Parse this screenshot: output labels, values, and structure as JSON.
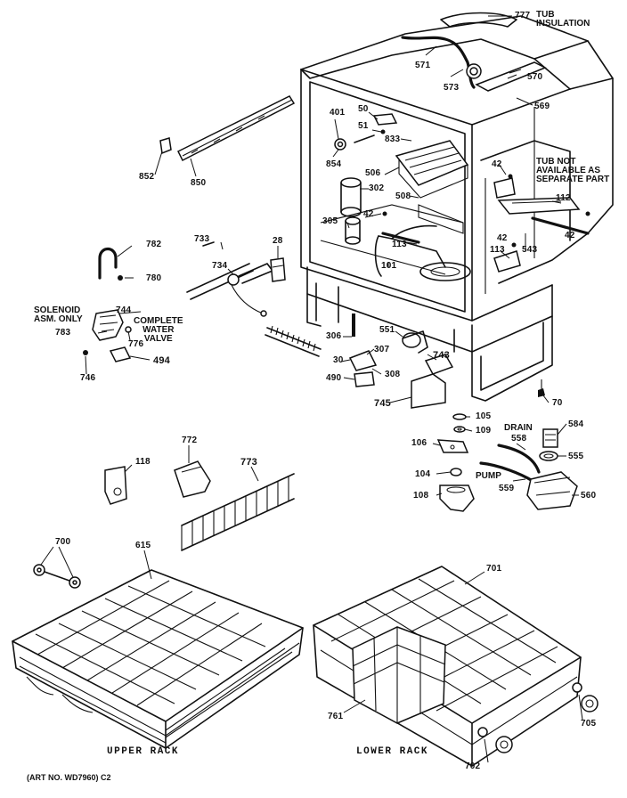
{
  "diagram": {
    "part_labels": [
      "777",
      "571",
      "573",
      "570",
      "569",
      "50",
      "51",
      "401",
      "833",
      "854",
      "506",
      "302",
      "508",
      "42",
      "305",
      "42",
      "113",
      "42",
      "112",
      "543",
      "113",
      "101",
      "42",
      "782",
      "780",
      "733",
      "28",
      "734",
      "852",
      "850",
      "744",
      "783",
      "776",
      "494",
      "746",
      "551",
      "306",
      "307",
      "30",
      "308",
      "490",
      "743",
      "745",
      "70",
      "105",
      "109",
      "106",
      "104",
      "108",
      "584",
      "555",
      "558",
      "559",
      "560",
      "118",
      "772",
      "773",
      "700",
      "615",
      "701",
      "761",
      "705",
      "702"
    ],
    "notes": {
      "tub_insulation": "TUB\nINSULATION",
      "tub_not_available": "TUB NOT\nAVAILABLE AS\nSEPARATE PART",
      "solenoid": "SOLENOID\nASM. ONLY",
      "complete_valve": "COMPLETE\nWATER\nVALVE",
      "drain": "DRAIN",
      "pump": "PUMP"
    },
    "captions": {
      "upper_rack": "UPPER RACK",
      "lower_rack": "LOWER RACK"
    },
    "art_number": "(ART NO. WD7960) C2"
  }
}
